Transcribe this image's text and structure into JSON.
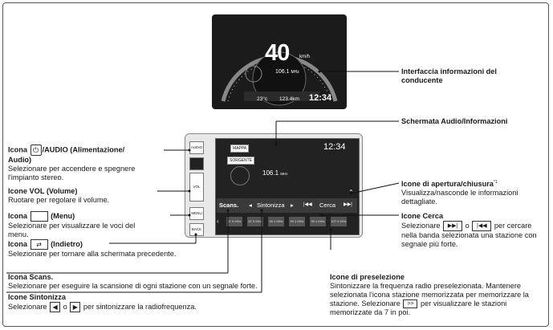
{
  "meter": {
    "speed": "40",
    "unit": "km/h",
    "station": "106.1",
    "station_unit": "MHz",
    "temp": "23°c",
    "odo": "123.4km",
    "clock": "12:34"
  },
  "screen": {
    "map_btn": "MAPPA",
    "clock": "12:34",
    "source_btn": "SORGENTE",
    "freq": "106.1",
    "freq_unit": "MHz",
    "scan": "Scans.",
    "tune": "Sintonizza",
    "seek": "Cerca",
    "presets": [
      "87.9 MHz",
      "87.9 MHz",
      "99.1 MHz",
      "99.1 MHz",
      "99.1 MHz",
      "107.9 MHz"
    ]
  },
  "labels": {
    "driver_info_title1": "Interfaccia informazioni del",
    "driver_info_title2": "conducente",
    "audio_screen": "Schermata Audio/Informazioni",
    "open_close_title": "Icone di apertura/chiusura",
    "open_close_note": "*1",
    "open_close_desc1": "Visualizza/nasconde le informazioni",
    "open_close_desc2": "dettagliate.",
    "seek_title": "Icone Cerca",
    "seek_desc1a": "Selezionare",
    "seek_desc1b": "o",
    "seek_desc1c": "per cercare",
    "seek_desc2": "nella banda selezionata una stazione con",
    "seek_desc3": "segnale più forte.",
    "preset_title": "Icone di preselezione",
    "preset_desc1": "Sintonizzare la frequenza radio preselezionata. Mantenere",
    "preset_desc2": "selezionata l'icona stazione memorizzata per memorizzare la",
    "preset_desc3a": "stazione. Selezionare",
    "preset_desc3b": "per visualizzare le stazioni",
    "preset_desc4": "memorizzate da 7 in poi.",
    "power_title1a": "Icona",
    "power_title1b": "/AUDIO (Alimentazione/",
    "power_title2": "Audio)",
    "power_desc1": "Selezionare per accendere e spegnere",
    "power_desc2": "l'impianto stereo.",
    "vol_title": "Icone VOL (Volume)",
    "vol_desc": "Ruotare per regolare il volume.",
    "menu_title_a": "Icona",
    "menu_title_b": "(Menu)",
    "menu_desc1": "Selezionare per visualizzare le voci del",
    "menu_desc2": "menu.",
    "back_title_a": "Icona",
    "back_title_b": "(Indietro)",
    "back_desc": "Selezionare per tornare alla schermata precedente.",
    "scan_title": "Icona Scans.",
    "scan_desc": "Selezionare per eseguire la scansione di ogni stazione con un segnale forte.",
    "tune_title": "Icone Sintonizza",
    "tune_desc_a": "Selezionare",
    "tune_desc_b": "o",
    "tune_desc_c": "per sintonizzare la radiofrequenza."
  },
  "icons": {
    "side_audio": "AUDIO",
    "side_vol": "VOL",
    "side_menu": "MENU",
    "side_back": "BACK",
    "next_glyph": "▶▶|",
    "prev_glyph": "|◀◀",
    "more_glyph": ">>"
  }
}
